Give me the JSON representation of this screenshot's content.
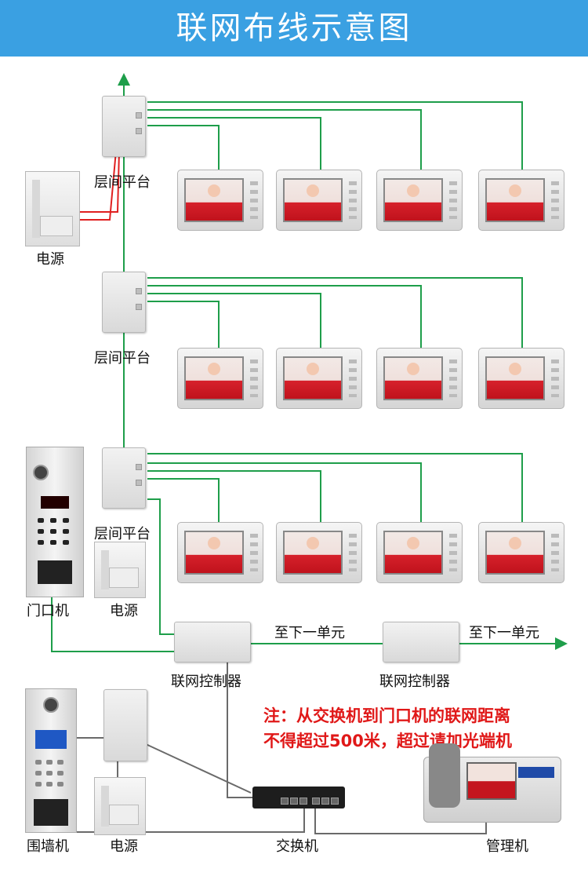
{
  "title": "联网布线示意图",
  "labels": {
    "floor_platform": "层间平台",
    "power": "电源",
    "door_station": "门口机",
    "network_controller": "联网控制器",
    "to_next_unit": "至下一单元",
    "wall_station": "围墙机",
    "switch": "交换机",
    "management": "管理机"
  },
  "note": {
    "line1": "注：从交换机到门口机的联网距离",
    "line2": "不得超过500米，超过请加光端机"
  },
  "colors": {
    "banner": "#3aa0e2",
    "wire_green": "#1e9e4a",
    "wire_red": "#e02020",
    "wire_gray": "#6a6a6a",
    "note": "#e01818"
  },
  "icons": [
    "up-arrow-icon",
    "right-arrow-icon"
  ]
}
